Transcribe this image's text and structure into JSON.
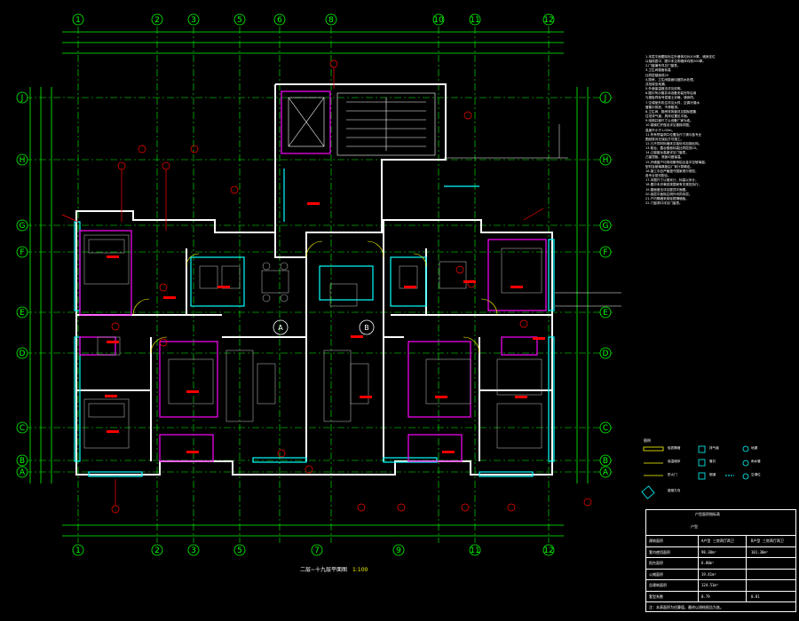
{
  "drawing": {
    "plan_title": "二层~十九层平面图",
    "scale": "1:100",
    "unit_a": "A",
    "unit_b": "B"
  },
  "grid": {
    "top_axes": [
      "1",
      "2",
      "3",
      "5",
      "6",
      "8",
      "10",
      "11",
      "12"
    ],
    "bottom_axes": [
      "1",
      "2",
      "3",
      "5",
      "7",
      "9",
      "11",
      "12"
    ],
    "left_axes": [
      "J",
      "H",
      "G",
      "F",
      "E",
      "D",
      "C",
      "B",
      "A"
    ],
    "right_axes": [
      "J",
      "H",
      "G",
      "F",
      "E",
      "D",
      "C",
      "B",
      "A"
    ]
  },
  "colors": {
    "background": "#000000",
    "axis": "#00ff00",
    "wall": "#ffffff",
    "window": "#00ffff",
    "furniture": "#c0c0c0",
    "wet_area": "#ff00ff",
    "annotation": "#ff0000",
    "dimension": "#00ff00",
    "note": "#ffff00"
  },
  "notes": {
    "lines": [
      "1.本层平面图除标注外墙体均为200厚，墙身定位",
      "  以轴线居中，图中未注明墙体均按200厚。",
      "2.门窗编号详见门窗表。",
      "3.卫生间楼面标高",
      "  比同层楼面低20",
      "4.厨房、卫生间楼面均做防水处理，",
      "  并找坡至地漏。",
      "5.外墙保温做法详见说明。",
      "6.图中所示管井待设备安装完毕后用",
      "  与楼板同标号混凝土封堵，墙体同。",
      "7.空调室外机位详见大样，空调冷凝水",
      "  管集中排放，不得散排。",
      "8.卫生间、厨房排风道详见国标图集",
      "  住宅排气道，具体位置见平面。",
      "9.电梯井道尺寸以设备厂家为准。",
      "10.楼梯栏杆做法详见楼梯详图。",
      "  高度不小于1.05m。",
      "11.所有预留洞口位置及尺寸请与各专业",
      "  图纸核对无误后方可施工。",
      "12.凡不同材料墙体交接处均加钢丝网。",
      "13.阳台、露台楼面标高比同层低20。",
      "14.凸窗窗台高度详见门窗表，",
      "  凸窗顶板、底板均做保温。",
      "15.外墙窗户均采用断桥铝合金中空玻璃窗，",
      "  型材及玻璃厚度由厂家计算确定。",
      "16.施工中应严格遵守国家现行规范，",
      "  各专业密切配合。",
      "17.本图尺寸以毫米计，标高以米计。",
      "18.图中未尽事宜按国家有关规范执行。",
      "19.屋面做法详见屋顶平面图。",
      "20.各层平面除注明外均同本层。",
      "21.户内隔墙采用轻质隔墙板。",
      "22.门窗洞口详见门窗表。"
    ]
  },
  "legend": {
    "title": "图例",
    "items": [
      "轻质隔墙",
      "排气道",
      "地漏",
      "保温墙体",
      "管井",
      "雨水管",
      "防火门",
      "烟道",
      "空调位",
      "楼梯方向"
    ]
  },
  "area_table": {
    "title": "户型面积指标表",
    "col_header": "户型",
    "rows": [
      [
        "建筑面积",
        "A户型 三房两厅两卫",
        "B户型 三房两厅两卫"
      ],
      [
        "套内使用面积",
        "98.30m²",
        "101.30m²"
      ],
      [
        "阳台面积",
        "6.80m²",
        ""
      ],
      [
        "公摊面积",
        "19.41m²",
        ""
      ],
      [
        "总建筑面积",
        "124.51m²",
        ""
      ],
      [
        "套型系数",
        "0.79",
        "0.81"
      ],
      [
        "注：本表面积为估算值，最终以测绘报告为准。",
        "",
        ""
      ]
    ]
  }
}
